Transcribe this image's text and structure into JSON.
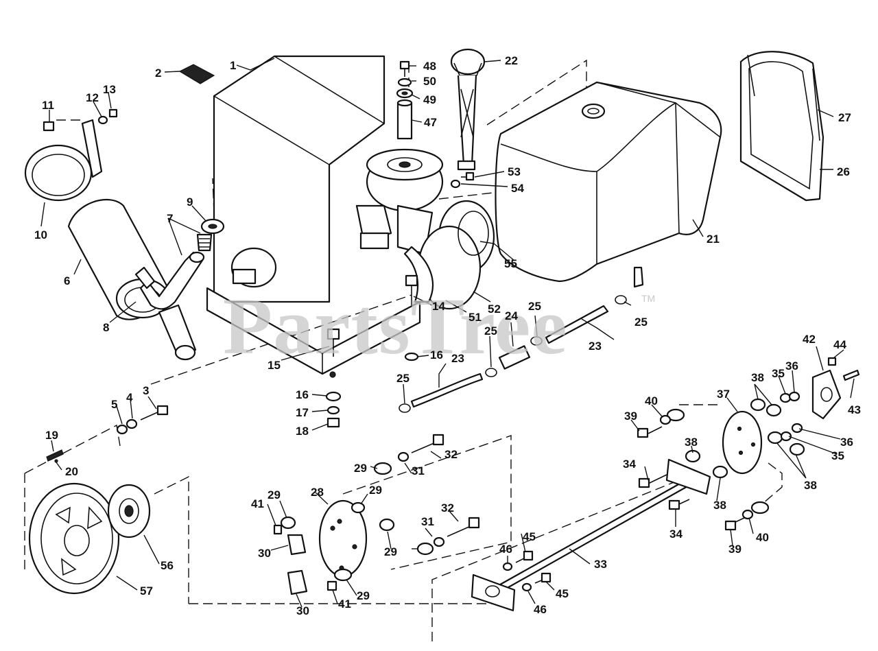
{
  "watermark": {
    "text": "PartsTree",
    "trademark": "TM"
  },
  "callouts": {
    "c1": "1",
    "c2": "2",
    "c3": "3",
    "c4": "4",
    "c5": "5",
    "c6": "6",
    "c7": "7",
    "c8": "8",
    "c9": "9",
    "c10": "10",
    "c11": "11",
    "c12": "12",
    "c13": "13",
    "c14": "14",
    "c15": "15",
    "c16a": "16",
    "c16b": "16",
    "c17": "17",
    "c18": "18",
    "c19": "19",
    "c20": "20",
    "c21": "21",
    "c22": "22",
    "c23a": "23",
    "c23b": "23",
    "c24": "24",
    "c25a": "25",
    "c25b": "25",
    "c25c": "25",
    "c25d": "25",
    "c26": "26",
    "c27": "27",
    "c28": "28",
    "c29a": "29",
    "c29b": "29",
    "c29c": "29",
    "c29d": "29",
    "c29e": "29",
    "c30a": "30",
    "c30b": "30",
    "c31a": "31",
    "c31b": "31",
    "c32a": "32",
    "c32b": "32",
    "c33": "33",
    "c34a": "34",
    "c34b": "34",
    "c35a": "35",
    "c35b": "35",
    "c36a": "36",
    "c36b": "36",
    "c37": "37",
    "c38a": "38",
    "c38b": "38",
    "c38c": "38",
    "c38d": "38",
    "c39a": "39",
    "c39b": "39",
    "c40a": "40",
    "c40b": "40",
    "c41a": "41",
    "c41b": "41",
    "c42": "42",
    "c43": "43",
    "c44": "44",
    "c45a": "45",
    "c45b": "45",
    "c46a": "46",
    "c46b": "46",
    "c47": "47",
    "c48": "48",
    "c49": "49",
    "c50": "50",
    "c51": "51",
    "c52": "52",
    "c53": "53",
    "c54": "54",
    "c55": "55",
    "c56": "56",
    "c57": "57"
  }
}
